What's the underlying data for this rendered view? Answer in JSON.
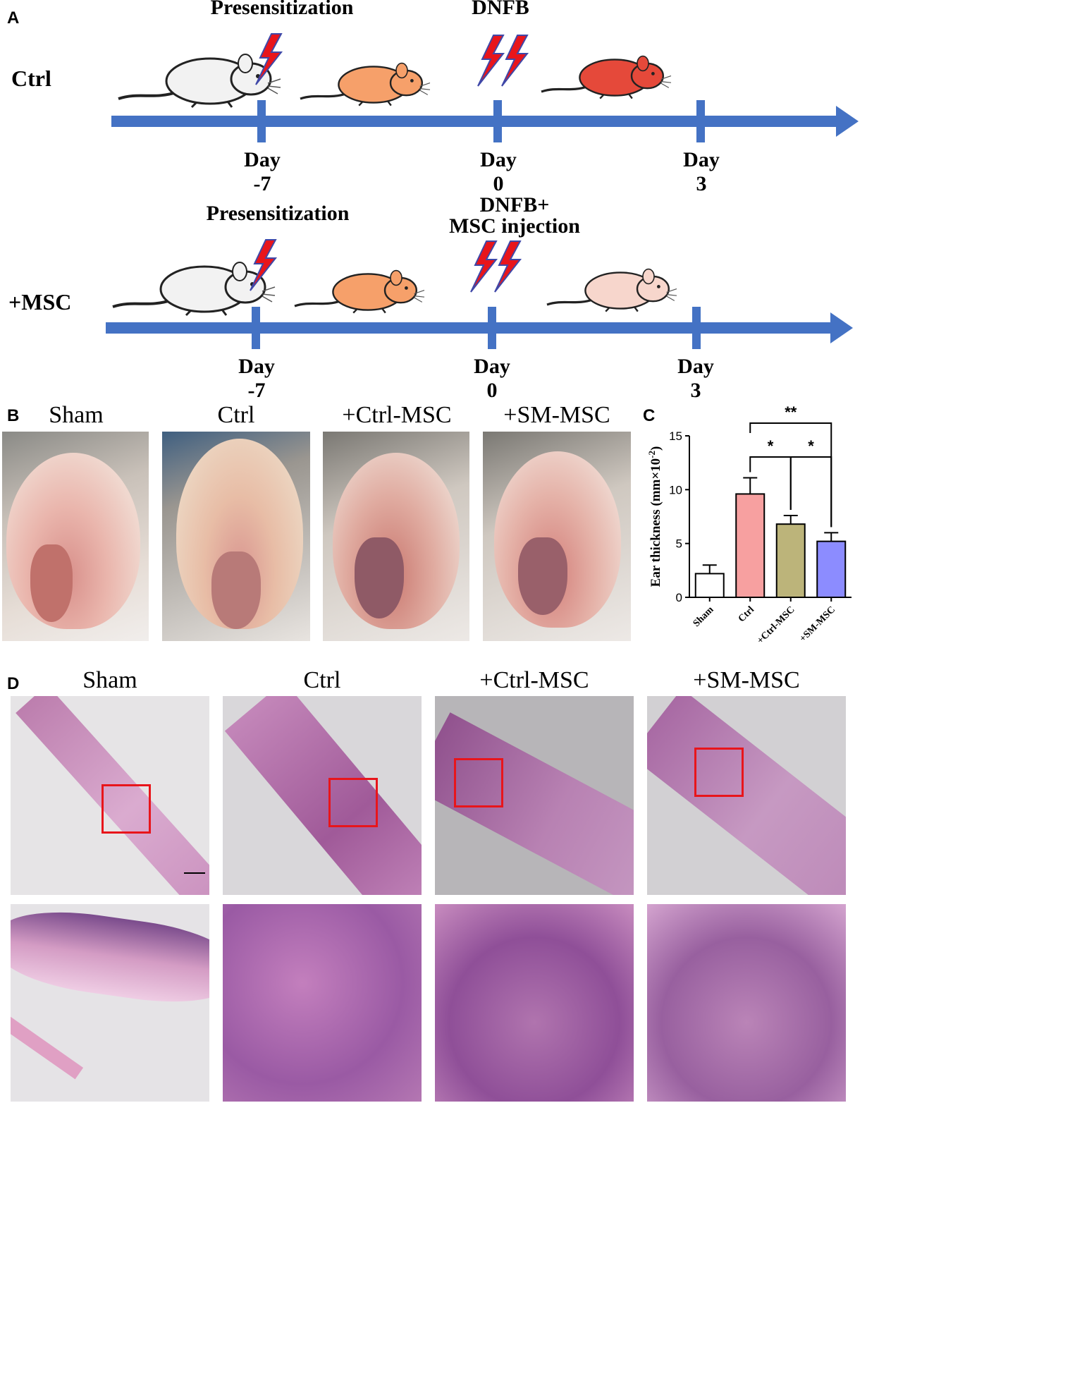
{
  "panelA": {
    "letter": "A",
    "rows": [
      {
        "group": "Ctrl",
        "top_labels": [
          "Presensitization",
          "DNFB"
        ],
        "days": [
          {
            "word": "Day",
            "num": "-7"
          },
          {
            "word": "Day",
            "num": "0"
          },
          {
            "word": "Day",
            "num": "3"
          }
        ]
      },
      {
        "group": "+MSC",
        "top_labels": [
          "Presensitization",
          "DNFB+",
          "MSC injection"
        ],
        "days": [
          {
            "word": "Day",
            "num": "-7"
          },
          {
            "word": "Day",
            "num": "0"
          },
          {
            "word": "Day",
            "num": "3"
          }
        ]
      }
    ],
    "colors": {
      "timeline": "#4472c4",
      "bolt": "#e8151b",
      "bolt_edge": "#3f48a8",
      "mouse_white": "#f2f2f2",
      "mouse_orange": "#f6a06a",
      "mouse_red": "#e5493a",
      "mouse_pink": "#f7d6cc"
    }
  },
  "panelB": {
    "letter": "B",
    "titles": [
      "Sham",
      "Ctrl",
      "+Ctrl-MSC",
      "+SM-MSC"
    ]
  },
  "panelC": {
    "letter": "C"
  },
  "chart_data": {
    "type": "bar",
    "categories": [
      "Sham",
      "Ctrl",
      "+Ctrl-MSC",
      "+SM-MSC"
    ],
    "values": [
      2.2,
      9.6,
      6.8,
      5.2
    ],
    "errors": [
      0.8,
      1.5,
      0.8,
      0.8
    ],
    "colors": [
      "#ffffff",
      "#f7a0a0",
      "#bcb47a",
      "#8c8cff"
    ],
    "ylabel": "Ear thickness (mm×10",
    "ylabel_sup": "-2",
    "ylabel_close": ")",
    "ylim": [
      0,
      15
    ],
    "yticks": [
      0,
      5,
      10,
      15
    ],
    "significance": [
      {
        "from": 1,
        "to": 3,
        "label": "**"
      },
      {
        "from": 1,
        "to": 2,
        "label": "*"
      },
      {
        "from": 2,
        "to": 3,
        "label": "*"
      }
    ]
  },
  "panelD": {
    "letter": "D",
    "titles": [
      "Sham",
      "Ctrl",
      "+Ctrl-MSC",
      "+SM-MSC"
    ]
  }
}
